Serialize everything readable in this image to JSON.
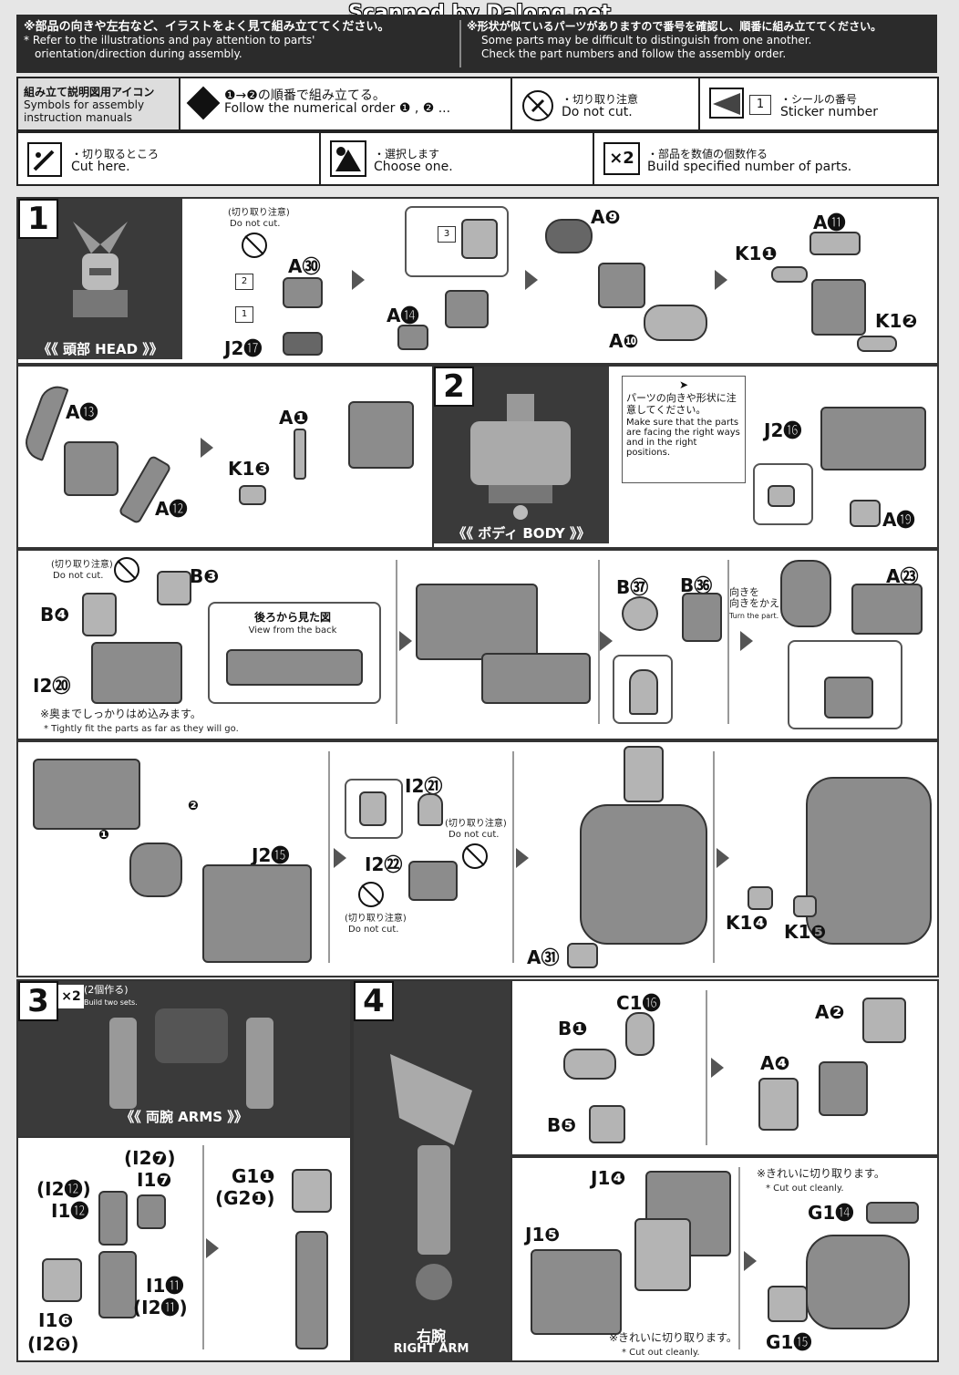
{
  "scan_watermark": "Scanned by Dalong.net",
  "header": {
    "left_jp": "※部品の向きや左右など、イラストをよく見て組み立ててください。",
    "left_en_1": "* Refer to the illustrations and pay attention to parts'",
    "left_en_2": "orientation/direction during assembly.",
    "right_jp": "※形状が似ているパーツがありますので番号を確認し、順番に組み立ててください。",
    "right_en_1": "Some parts may be difficult to distinguish from one another.",
    "right_en_2": "Check the part numbers and follow the assembly order."
  },
  "legend": {
    "title_jp": "組み立て説明図用アイコン",
    "title_en_1": "Symbols for assembly",
    "title_en_2": "instruction manuals",
    "order_jp": "❶→❷の順番で組み立てる。",
    "order_en": "Follow the numerical order ❶ , ❷ ...",
    "donotcut_jp": "・切り取り注意",
    "donotcut_en": "Do not cut.",
    "sticker_jp": "・シールの番号",
    "sticker_en": "Sticker number",
    "sticker_num": "1",
    "cut_jp": "・切り取るところ",
    "cut_en": "Cut here.",
    "choose_jp": "・選択します",
    "choose_en": "Choose one.",
    "x2_icon": "×2",
    "x2_jp": "・部品を数値の個数作る",
    "x2_en": "Build specified number of parts."
  },
  "step1": {
    "num": "1",
    "section": "《《 頭部 HEAD 》》",
    "donotcut_jp": "(切り取り注意)",
    "donotcut_en": "Do not cut.",
    "labels": {
      "a30": "A㉚",
      "j217": "J2⓱",
      "st2": "2",
      "st1": "1",
      "st3": "3",
      "a14": "A⓮",
      "a9": "A❾",
      "a10": "A❿",
      "a11": "A⓫",
      "k11": "K1❶",
      "k12": "K1❷",
      "a13": "A⓭",
      "a12": "A⓬",
      "a1": "A❶",
      "k13": "K1❸"
    }
  },
  "step2": {
    "num": "2",
    "section": "《《 ボディ BODY 》》",
    "note_jp": "パーツの向きや形状に注意してください。",
    "note_en": "Make sure that the parts are facing the right ways and in the right positions.",
    "labels": {
      "j216": "J2⓰",
      "a19": "A⓳",
      "b3": "B❸",
      "b4": "B❹",
      "i220": "I2⑳",
      "b37": "B㊲",
      "b36": "B㊱",
      "a23": "A㉓",
      "j215": "J2⓯",
      "i221": "I2㉑",
      "i222": "I2㉒",
      "a31": "A㉛",
      "k14": "K1❹",
      "k15": "K1❺",
      "n1": "❶",
      "n2": "❷"
    },
    "donotcut_jp": "(切り取り注意)",
    "donotcut_en": "Do not cut.",
    "view_back_jp": "後ろから見た図",
    "view_back_en": "View from the back",
    "fit_jp": "※奥までしっかりはめ込みます。",
    "fit_en": "* Tightly fit the parts as far as they will go.",
    "turn_jp": "向きをかえます。",
    "turn_en": "Turn the part."
  },
  "step3": {
    "num": "3",
    "x2": "×2",
    "build_two_jp": "(2個作る)",
    "build_two_en": "Build two sets.",
    "section": "《《 両腕 ARMS 》》",
    "labels": {
      "i27": "(I2❼)",
      "i17": "I1❼",
      "i212": "(I2⓬)",
      "i112": "I1⓬",
      "i111": "I1⓫",
      "i211": "(I2⓫)",
      "i16": "I1❻",
      "i26": "(I2❻)",
      "g11": "G1❶",
      "g21": "(G2❶)"
    }
  },
  "step4": {
    "num": "4",
    "section_jp": "右腕",
    "section_en": "RIGHT ARM",
    "labels": {
      "c116": "C1⓰",
      "b1": "B❶",
      "b5": "B❺",
      "a2": "A❷",
      "a4": "A❹",
      "j14": "J1❹",
      "j15": "J1❺",
      "g114": "G1⓮",
      "g115": "G1⓯"
    },
    "cut_clean_jp": "※きれいに切り取ります。",
    "cut_clean_en": "* Cut out cleanly."
  }
}
